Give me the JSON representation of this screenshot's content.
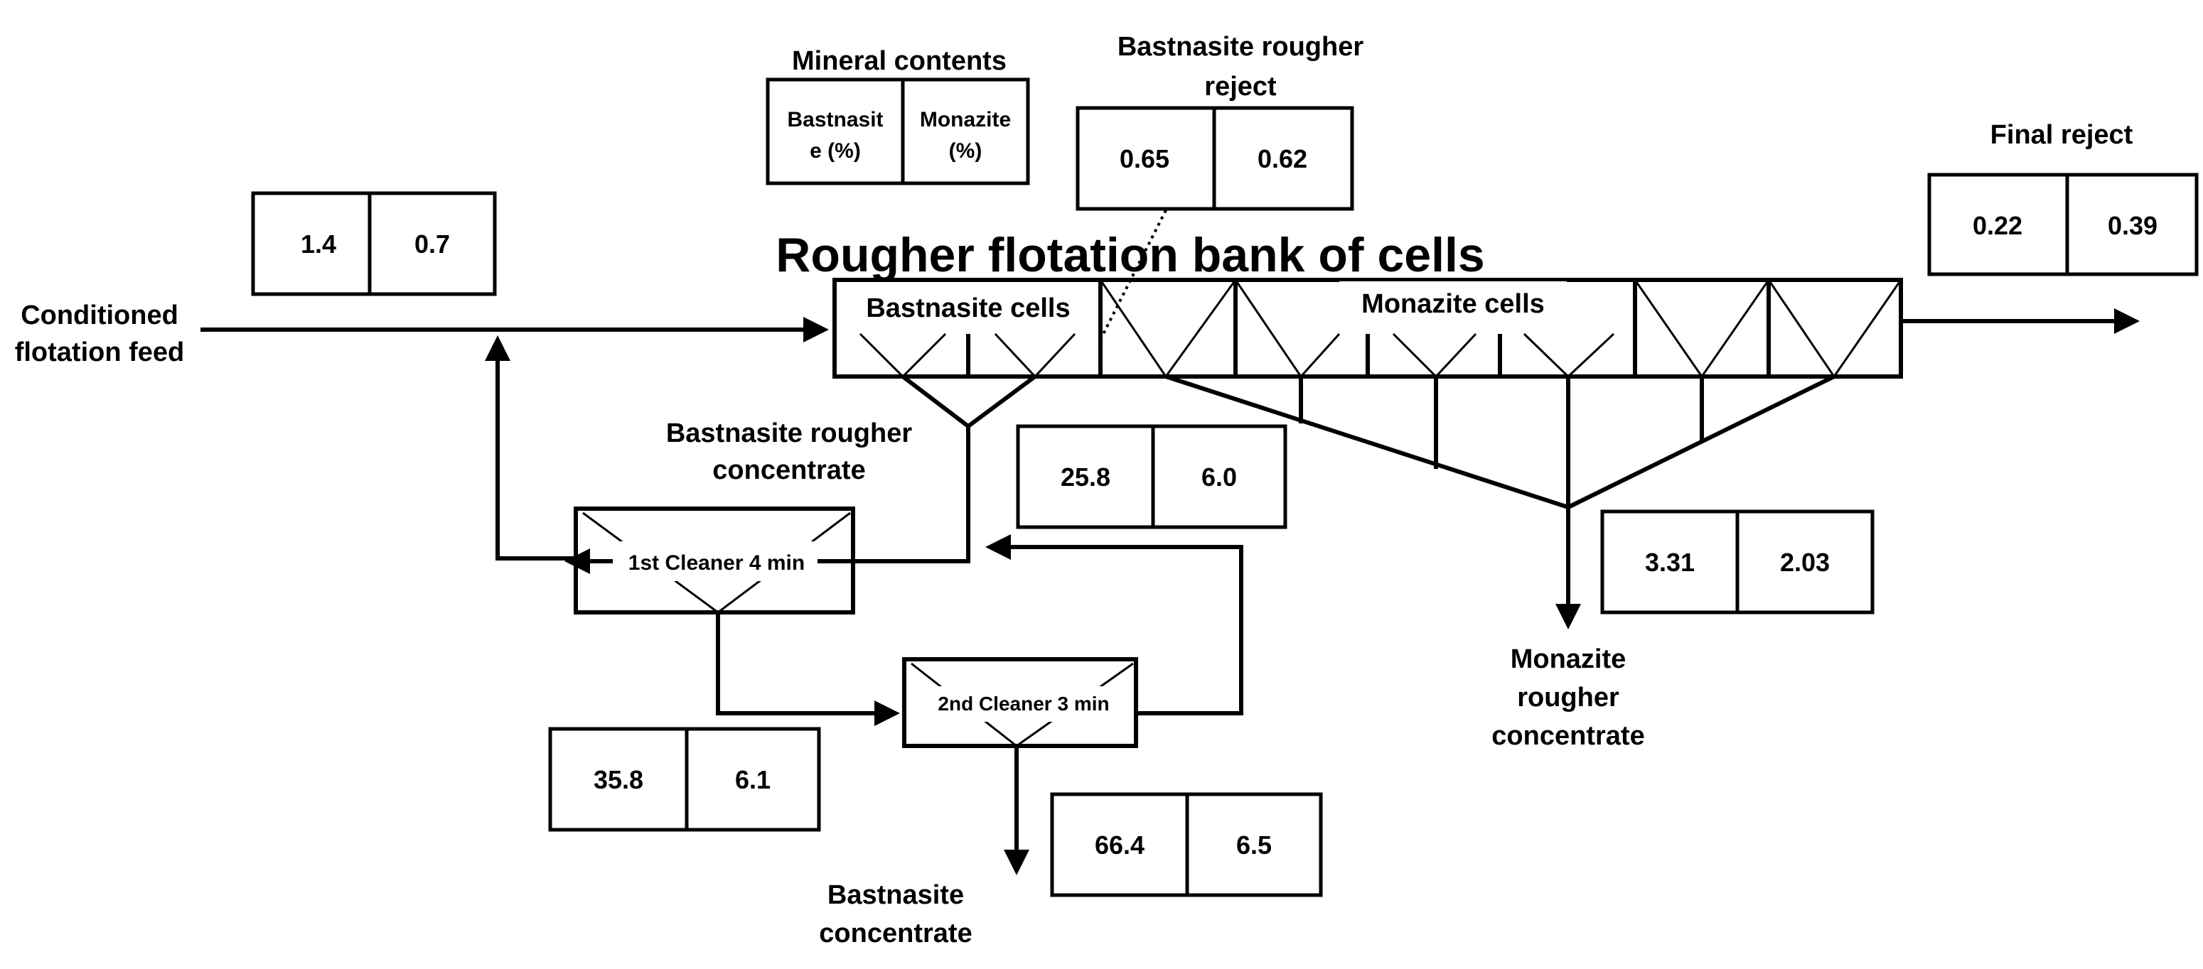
{
  "title": "Rougher flotation bank of cells",
  "legend": {
    "heading": "Mineral contents",
    "col1_line1": "Bastnasit",
    "col1_line2": "e (%)",
    "col2_line1": "Monazite",
    "col2_line2": "(%)"
  },
  "labels": {
    "feed_line1": "Conditioned",
    "feed_line2": "flotation feed",
    "rougher_reject_line1": "Bastnasite rougher",
    "rougher_reject_line2": "reject",
    "final_reject": "Final reject",
    "bastnasite_cells": "Bastnasite cells",
    "monazite_cells": "Monazite cells",
    "bast_rougher_conc_line1": "Bastnasite rougher",
    "bast_rougher_conc_line2": "concentrate",
    "cleaner1": "1st Cleaner 4 min",
    "cleaner2": "2nd Cleaner 3  min",
    "monazite_conc_line1": "Monazite",
    "monazite_conc_line2": "rougher",
    "monazite_conc_line3": "concentrate",
    "bast_conc_line1": "Bastnasite",
    "bast_conc_line2": "concentrate"
  },
  "streams": {
    "feed": {
      "bastnasite": "1.4",
      "monazite": "0.7"
    },
    "bastnasite_rougher_reject": {
      "bastnasite": "0.65",
      "monazite": "0.62"
    },
    "final_reject": {
      "bastnasite": "0.22",
      "monazite": "0.39"
    },
    "bastnasite_rougher_concentrate": {
      "bastnasite": "25.8",
      "monazite": "6.0"
    },
    "monazite_rougher_concentrate": {
      "bastnasite": "3.31",
      "monazite": "2.03"
    },
    "first_cleaner_concentrate": {
      "bastnasite": "35.8",
      "monazite": "6.1"
    },
    "bastnasite_concentrate": {
      "bastnasite": "66.4",
      "monazite": "6.5"
    }
  }
}
